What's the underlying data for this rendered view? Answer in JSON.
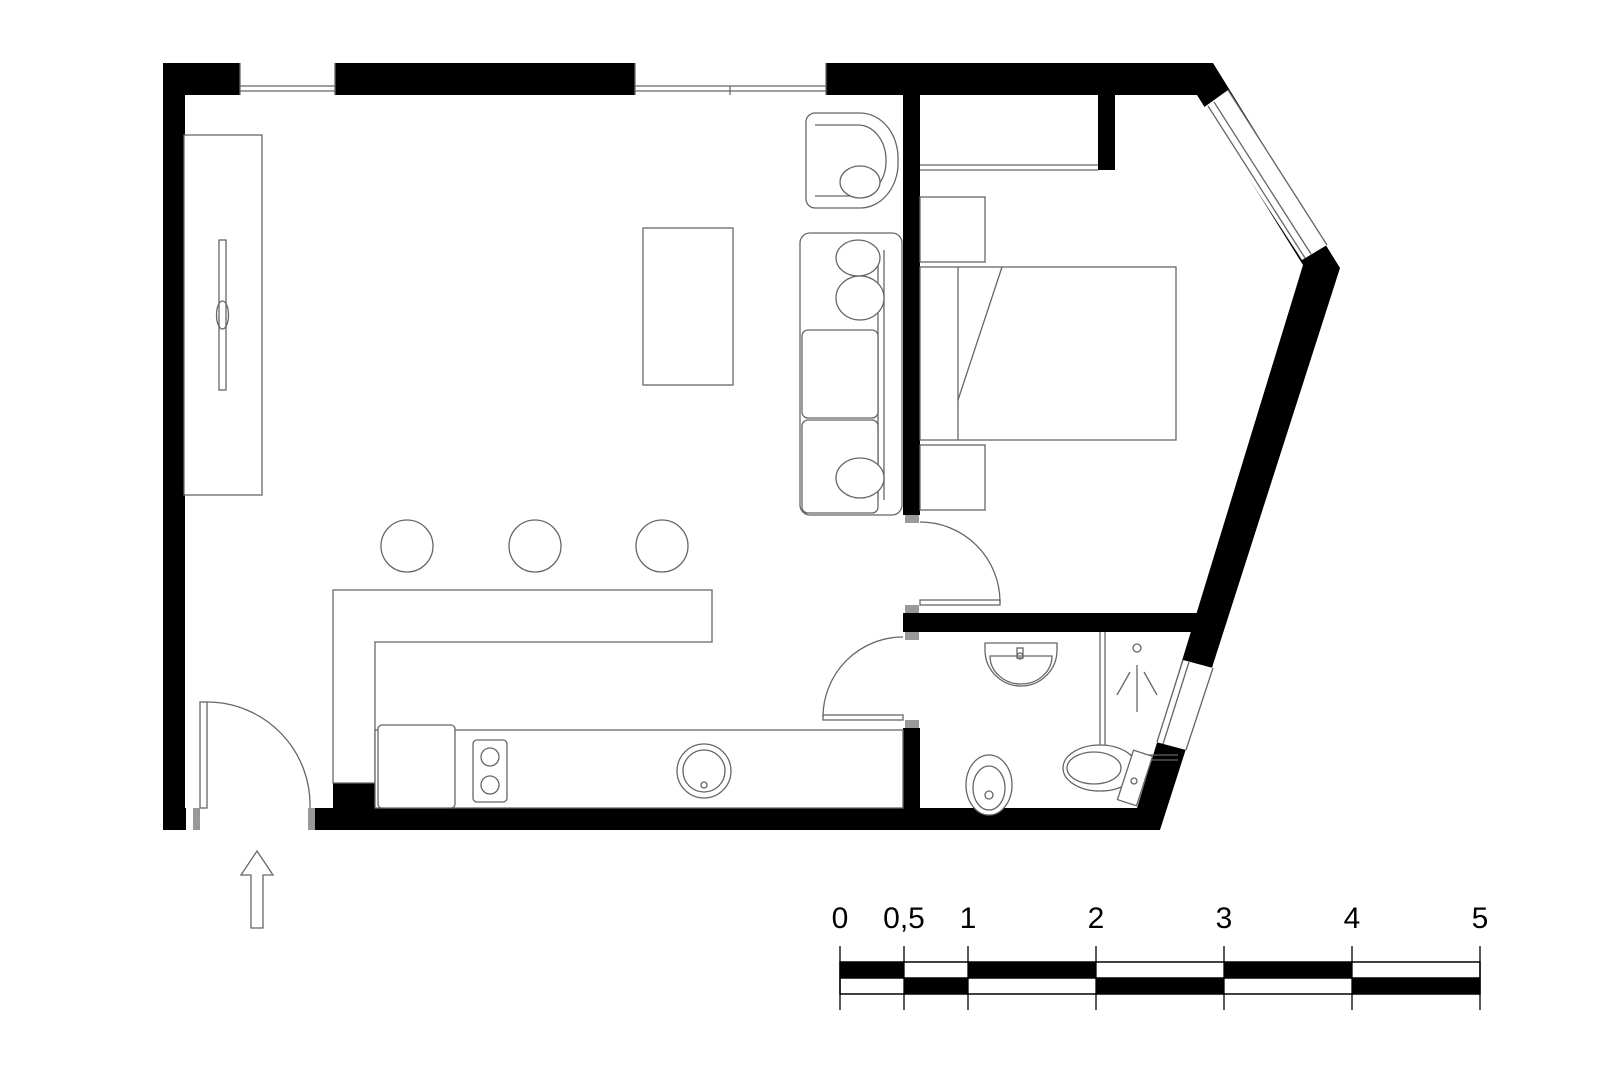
{
  "plan": {
    "entrance_icon": "arrow-up-icon",
    "wall_color": "#000000",
    "line_color": "#666666"
  },
  "scale_bar": {
    "labels": [
      "0",
      "0,5",
      "1",
      "2",
      "3",
      "4",
      "5"
    ],
    "values": [
      0,
      0.5,
      1,
      2,
      3,
      4,
      5
    ]
  }
}
